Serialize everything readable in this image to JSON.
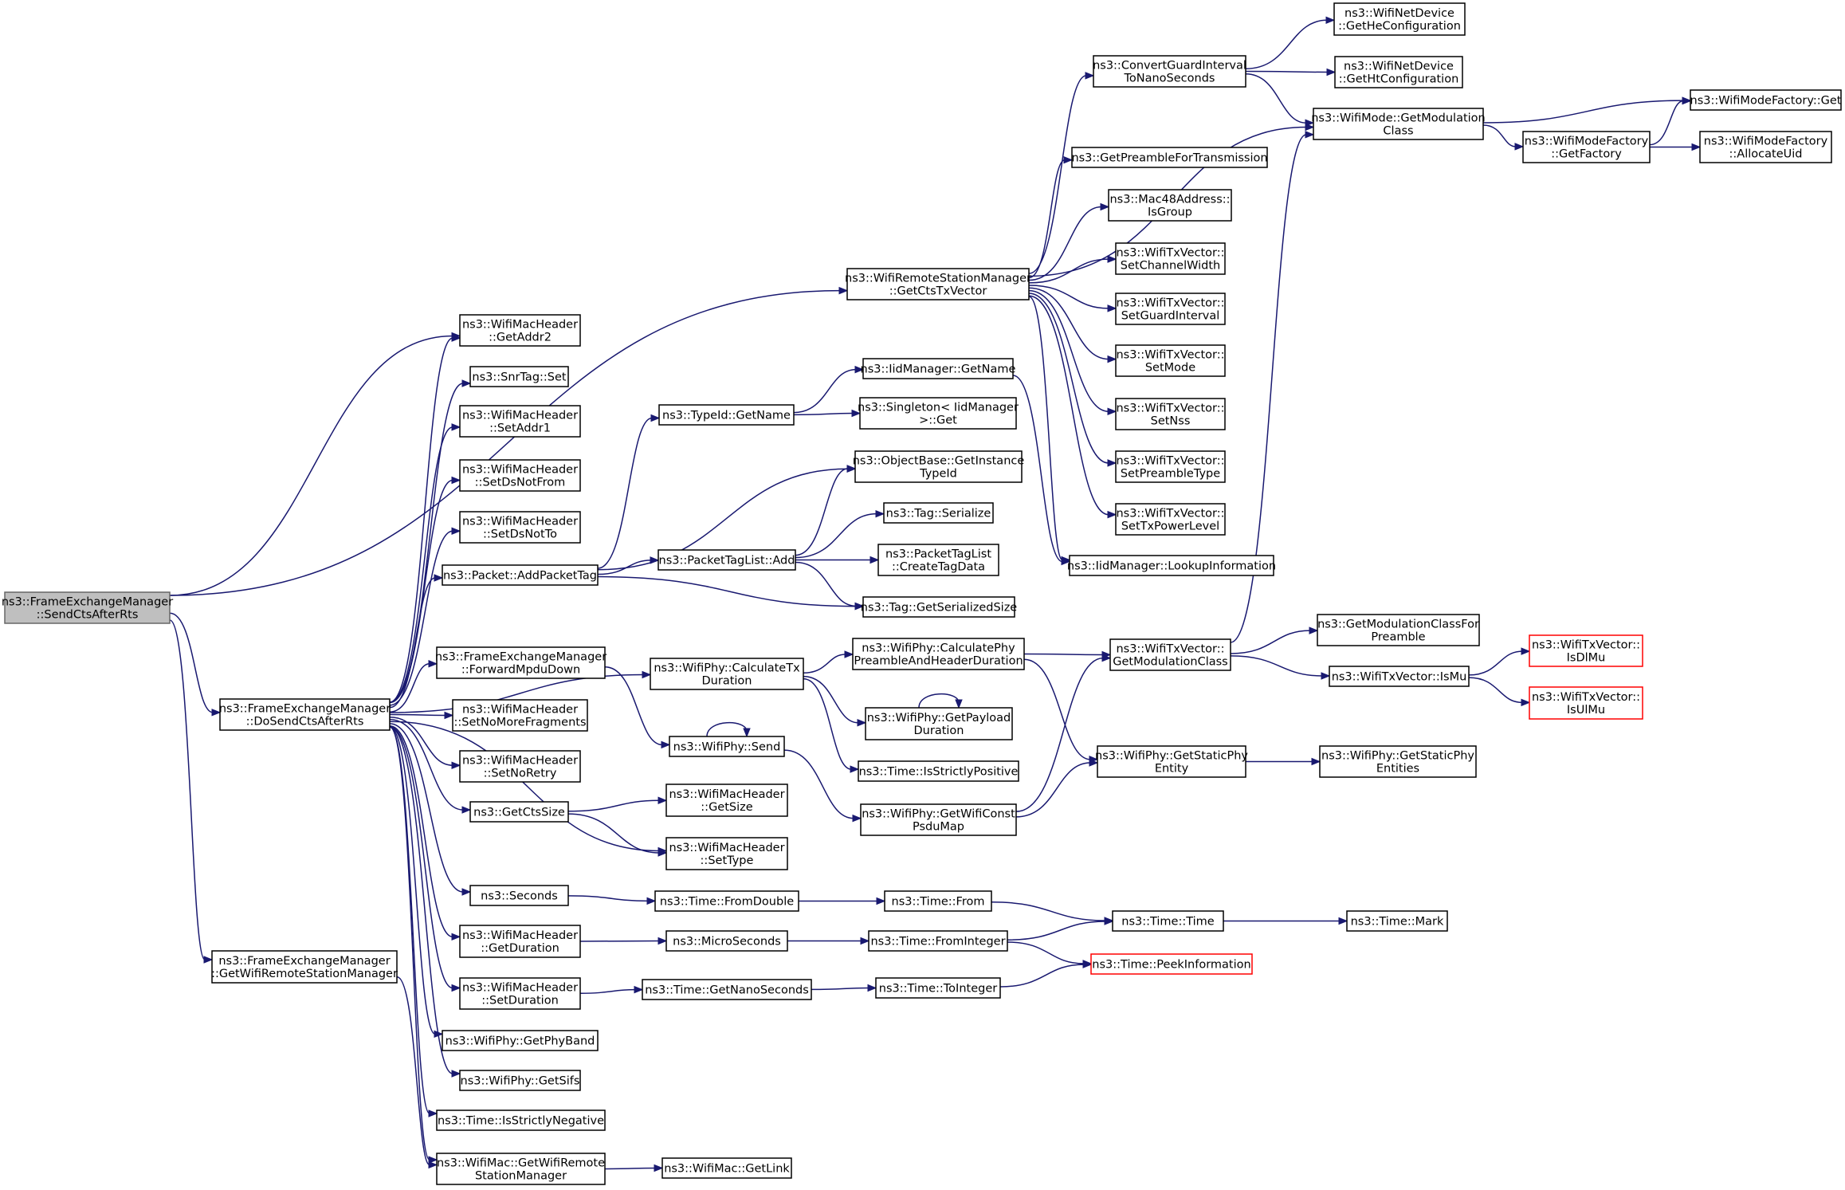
{
  "colors": {
    "edge": "#191970",
    "root_fill": "#bfbfbf",
    "truncated_border": "#ff0000"
  },
  "nodes": [
    {
      "id": "sendcts",
      "lines": [
        "ns3::FrameExchangeManager",
        "::SendCtsAfterRts"
      ],
      "style": "root"
    },
    {
      "id": "dosendcts",
      "lines": [
        "ns3::FrameExchangeManager",
        "::DoSendCtsAfterRts"
      ]
    },
    {
      "id": "getwrsm",
      "lines": [
        "ns3::FrameExchangeManager",
        "::GetWifiRemoteStationManager"
      ]
    },
    {
      "id": "getctstxvector",
      "lines": [
        "ns3::WifiRemoteStationManager",
        "::GetCtsTxVector"
      ]
    },
    {
      "id": "getaddr2",
      "lines": [
        "ns3::WifiMacHeader",
        "::GetAddr2"
      ]
    },
    {
      "id": "snrtagset",
      "lines": [
        "ns3::SnrTag::Set"
      ]
    },
    {
      "id": "setaddr1",
      "lines": [
        "ns3::WifiMacHeader",
        "::SetAddr1"
      ]
    },
    {
      "id": "setdsnotfrom",
      "lines": [
        "ns3::WifiMacHeader",
        "::SetDsNotFrom"
      ]
    },
    {
      "id": "setdsnotto",
      "lines": [
        "ns3::WifiMacHeader",
        "::SetDsNotTo"
      ]
    },
    {
      "id": "addpackettag",
      "lines": [
        "ns3::Packet::AddPacketTag"
      ]
    },
    {
      "id": "forwardmpdudown",
      "lines": [
        "ns3::FrameExchangeManager",
        "::ForwardMpduDown"
      ]
    },
    {
      "id": "setnomorefragments",
      "lines": [
        "ns3::WifiMacHeader",
        "::SetNoMoreFragments"
      ]
    },
    {
      "id": "setnoretry",
      "lines": [
        "ns3::WifiMacHeader",
        "::SetNoRetry"
      ]
    },
    {
      "id": "getctssize",
      "lines": [
        "ns3::GetCtsSize"
      ]
    },
    {
      "id": "seconds",
      "lines": [
        "ns3::Seconds"
      ]
    },
    {
      "id": "getduration",
      "lines": [
        "ns3::WifiMacHeader",
        "::GetDuration"
      ]
    },
    {
      "id": "setduration",
      "lines": [
        "ns3::WifiMacHeader",
        "::SetDuration"
      ]
    },
    {
      "id": "getphyband",
      "lines": [
        "ns3::WifiPhy::GetPhyBand"
      ]
    },
    {
      "id": "getsifs",
      "lines": [
        "ns3::WifiPhy::GetSifs"
      ]
    },
    {
      "id": "isstrictlynegative",
      "lines": [
        "ns3::Time::IsStrictlyNegative"
      ]
    },
    {
      "id": "getwrsm2",
      "lines": [
        "ns3::WifiMac::GetWifiRemote",
        "StationManager"
      ]
    },
    {
      "id": "typeidgetname",
      "lines": [
        "ns3::TypeId::GetName"
      ]
    },
    {
      "id": "packettaglistadd",
      "lines": [
        "ns3::PacketTagList::Add"
      ]
    },
    {
      "id": "calculatetxduration",
      "lines": [
        "ns3::WifiPhy::CalculateTx",
        "Duration"
      ]
    },
    {
      "id": "wifiphysend",
      "lines": [
        "ns3::WifiPhy::Send"
      ]
    },
    {
      "id": "getsize",
      "lines": [
        "ns3::WifiMacHeader",
        "::GetSize"
      ]
    },
    {
      "id": "settype",
      "lines": [
        "ns3::WifiMacHeader",
        "::SetType"
      ]
    },
    {
      "id": "fromdouble",
      "lines": [
        "ns3::Time::FromDouble"
      ]
    },
    {
      "id": "microseconds",
      "lines": [
        "ns3::MicroSeconds"
      ]
    },
    {
      "id": "getnanoseconds",
      "lines": [
        "ns3::Time::GetNanoSeconds"
      ]
    },
    {
      "id": "getlink",
      "lines": [
        "ns3::WifiMac::GetLink"
      ]
    },
    {
      "id": "iidgetname",
      "lines": [
        "ns3::IidManager::GetName"
      ]
    },
    {
      "id": "singletonget",
      "lines": [
        "ns3::Singleton< IidManager",
        ">::Get"
      ]
    },
    {
      "id": "getinstancetypeid",
      "lines": [
        "ns3::ObjectBase::GetInstance",
        "TypeId"
      ]
    },
    {
      "id": "tagserialize",
      "lines": [
        "ns3::Tag::Serialize"
      ]
    },
    {
      "id": "createtagdata",
      "lines": [
        "ns3::PacketTagList",
        "::CreateTagData"
      ]
    },
    {
      "id": "getserializedsize",
      "lines": [
        "ns3::Tag::GetSerializedSize"
      ]
    },
    {
      "id": "calcphypreamble",
      "lines": [
        "ns3::WifiPhy::CalculatePhy",
        "PreambleAndHeaderDuration"
      ]
    },
    {
      "id": "getpayloadduration",
      "lines": [
        "ns3::WifiPhy::GetPayload",
        "Duration"
      ]
    },
    {
      "id": "isstrictlypositive",
      "lines": [
        "ns3::Time::IsStrictlyPositive"
      ]
    },
    {
      "id": "getwificonstpsdumap",
      "lines": [
        "ns3::WifiPhy::GetWifiConst",
        "PsduMap"
      ]
    },
    {
      "id": "timefrom",
      "lines": [
        "ns3::Time::From"
      ]
    },
    {
      "id": "fromintegerfn",
      "lines": [
        "ns3::Time::FromInteger"
      ]
    },
    {
      "id": "tointeger",
      "lines": [
        "ns3::Time::ToInteger"
      ]
    },
    {
      "id": "convertgi",
      "lines": [
        "ns3::ConvertGuardInterval",
        "ToNanoSeconds"
      ]
    },
    {
      "id": "getpreamblefortx",
      "lines": [
        "ns3::GetPreambleForTransmission"
      ]
    },
    {
      "id": "isgroup",
      "lines": [
        "ns3::Mac48Address::",
        "IsGroup"
      ]
    },
    {
      "id": "setchannelwidth",
      "lines": [
        "ns3::WifiTxVector::",
        "SetChannelWidth"
      ]
    },
    {
      "id": "setguardinterval",
      "lines": [
        "ns3::WifiTxVector::",
        "SetGuardInterval"
      ]
    },
    {
      "id": "setmode",
      "lines": [
        "ns3::WifiTxVector::",
        "SetMode"
      ]
    },
    {
      "id": "setnss",
      "lines": [
        "ns3::WifiTxVector::",
        "SetNss"
      ]
    },
    {
      "id": "setpreambletype",
      "lines": [
        "ns3::WifiTxVector::",
        "SetPreambleType"
      ]
    },
    {
      "id": "settxpowerlevel",
      "lines": [
        "ns3::WifiTxVector::",
        "SetTxPowerLevel"
      ]
    },
    {
      "id": "lookupinformation",
      "lines": [
        "ns3::IidManager::LookupInformation"
      ]
    },
    {
      "id": "txvecgetmodclass",
      "lines": [
        "ns3::WifiTxVector::",
        "GetModulationClass"
      ]
    },
    {
      "id": "getstaticphyentity",
      "lines": [
        "ns3::WifiPhy::GetStaticPhy",
        "Entity"
      ]
    },
    {
      "id": "timetime",
      "lines": [
        "ns3::Time::Time"
      ]
    },
    {
      "id": "peekinformation",
      "lines": [
        "ns3::Time::PeekInformation"
      ],
      "style": "truncated"
    },
    {
      "id": "getheconfiguration",
      "lines": [
        "ns3::WifiNetDevice",
        "::GetHeConfiguration"
      ]
    },
    {
      "id": "gethtconfiguration",
      "lines": [
        "ns3::WifiNetDevice",
        "::GetHtConfiguration"
      ]
    },
    {
      "id": "modegetmodclass",
      "lines": [
        "ns3::WifiMode::GetModulation",
        "Class"
      ]
    },
    {
      "id": "getmodclassforpreamble",
      "lines": [
        "ns3::GetModulationClassFor",
        "Preamble"
      ]
    },
    {
      "id": "txvecismu",
      "lines": [
        "ns3::WifiTxVector::IsMu"
      ]
    },
    {
      "id": "getstaticphyentities",
      "lines": [
        "ns3::WifiPhy::GetStaticPhy",
        "Entities"
      ]
    },
    {
      "id": "timemark",
      "lines": [
        "ns3::Time::Mark"
      ]
    },
    {
      "id": "factoryget",
      "lines": [
        "ns3::WifiModeFactory::Get"
      ]
    },
    {
      "id": "getfactory",
      "lines": [
        "ns3::WifiModeFactory",
        "::GetFactory"
      ]
    },
    {
      "id": "allocateuid",
      "lines": [
        "ns3::WifiModeFactory",
        "::AllocateUid"
      ]
    },
    {
      "id": "isdlmu",
      "lines": [
        "ns3::WifiTxVector::",
        "IsDlMu"
      ],
      "style": "truncated"
    },
    {
      "id": "isulmu",
      "lines": [
        "ns3::WifiTxVector::",
        "IsUlMu"
      ],
      "style": "truncated"
    }
  ],
  "edges": [
    [
      "sendcts",
      "dosendcts"
    ],
    [
      "sendcts",
      "getwrsm"
    ],
    [
      "sendcts",
      "getctstxvector"
    ],
    [
      "sendcts",
      "getaddr2"
    ],
    [
      "dosendcts",
      "getaddr2"
    ],
    [
      "dosendcts",
      "snrtagset"
    ],
    [
      "dosendcts",
      "setaddr1"
    ],
    [
      "dosendcts",
      "setdsnotfrom"
    ],
    [
      "dosendcts",
      "setdsnotto"
    ],
    [
      "dosendcts",
      "addpackettag"
    ],
    [
      "dosendcts",
      "forwardmpdudown"
    ],
    [
      "dosendcts",
      "setnomorefragments"
    ],
    [
      "dosendcts",
      "setnoretry"
    ],
    [
      "dosendcts",
      "getctssize"
    ],
    [
      "dosendcts",
      "seconds"
    ],
    [
      "dosendcts",
      "getduration"
    ],
    [
      "dosendcts",
      "setduration"
    ],
    [
      "dosendcts",
      "getphyband"
    ],
    [
      "dosendcts",
      "getsifs"
    ],
    [
      "dosendcts",
      "isstrictlynegative"
    ],
    [
      "dosendcts",
      "getwrsm2"
    ],
    [
      "dosendcts",
      "calculatetxduration"
    ],
    [
      "dosendcts",
      "settype"
    ],
    [
      "getwrsm",
      "getwrsm2"
    ],
    [
      "getwrsm2",
      "getlink"
    ],
    [
      "getctstxvector",
      "convertgi"
    ],
    [
      "getctstxvector",
      "modegetmodclass"
    ],
    [
      "getctstxvector",
      "getpreamblefortx"
    ],
    [
      "getctstxvector",
      "isgroup"
    ],
    [
      "getctstxvector",
      "setchannelwidth"
    ],
    [
      "getctstxvector",
      "setguardinterval"
    ],
    [
      "getctstxvector",
      "setmode"
    ],
    [
      "getctstxvector",
      "setnss"
    ],
    [
      "getctstxvector",
      "setpreambletype"
    ],
    [
      "getctstxvector",
      "settxpowerlevel"
    ],
    [
      "getctstxvector",
      "lookupinformation"
    ],
    [
      "addpackettag",
      "typeidgetname"
    ],
    [
      "addpackettag",
      "getinstancetypeid"
    ],
    [
      "addpackettag",
      "packettaglistadd"
    ],
    [
      "addpackettag",
      "getserializedsize"
    ],
    [
      "typeidgetname",
      "iidgetname"
    ],
    [
      "typeidgetname",
      "singletonget"
    ],
    [
      "iidgetname",
      "lookupinformation"
    ],
    [
      "packettaglistadd",
      "getinstancetypeid"
    ],
    [
      "packettaglistadd",
      "tagserialize"
    ],
    [
      "packettaglistadd",
      "createtagdata"
    ],
    [
      "packettaglistadd",
      "getserializedsize"
    ],
    [
      "forwardmpdudown",
      "wifiphysend"
    ],
    [
      "wifiphysend",
      "wifiphysend"
    ],
    [
      "wifiphysend",
      "getwificonstpsdumap"
    ],
    [
      "calculatetxduration",
      "calcphypreamble"
    ],
    [
      "calculatetxduration",
      "getpayloadduration"
    ],
    [
      "calculatetxduration",
      "isstrictlypositive"
    ],
    [
      "calcphypreamble",
      "txvecgetmodclass"
    ],
    [
      "calcphypreamble",
      "getstaticphyentity"
    ],
    [
      "getpayloadduration",
      "getpayloadduration"
    ],
    [
      "getwificonstpsdumap",
      "txvecgetmodclass"
    ],
    [
      "getwificonstpsdumap",
      "getstaticphyentity"
    ],
    [
      "getctssize",
      "getsize"
    ],
    [
      "getctssize",
      "settype"
    ],
    [
      "seconds",
      "fromdouble"
    ],
    [
      "fromdouble",
      "timefrom"
    ],
    [
      "timefrom",
      "timetime"
    ],
    [
      "getduration",
      "microseconds"
    ],
    [
      "microseconds",
      "fromintegerfn"
    ],
    [
      "fromintegerfn",
      "timetime"
    ],
    [
      "fromintegerfn",
      "peekinformation"
    ],
    [
      "setduration",
      "getnanoseconds"
    ],
    [
      "getnanoseconds",
      "tointeger"
    ],
    [
      "tointeger",
      "peekinformation"
    ],
    [
      "timetime",
      "timemark"
    ],
    [
      "convertgi",
      "getheconfiguration"
    ],
    [
      "convertgi",
      "gethtconfiguration"
    ],
    [
      "convertgi",
      "modegetmodclass"
    ],
    [
      "modegetmodclass",
      "factoryget"
    ],
    [
      "modegetmodclass",
      "getfactory"
    ],
    [
      "getfactory",
      "factoryget"
    ],
    [
      "getfactory",
      "allocateuid"
    ],
    [
      "txvecgetmodclass",
      "modegetmodclass"
    ],
    [
      "txvecgetmodclass",
      "getmodclassforpreamble"
    ],
    [
      "txvecgetmodclass",
      "txvecismu"
    ],
    [
      "txvecismu",
      "isdlmu"
    ],
    [
      "txvecismu",
      "isulmu"
    ],
    [
      "getstaticphyentity",
      "getstaticphyentities"
    ]
  ]
}
